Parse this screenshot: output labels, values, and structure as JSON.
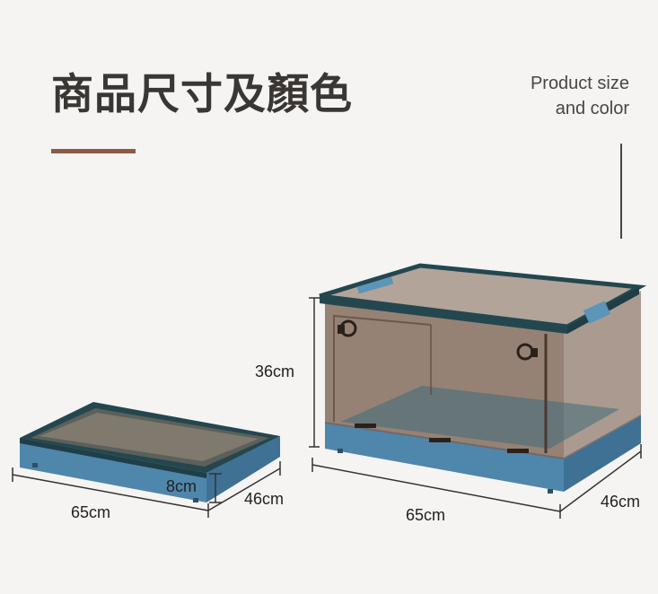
{
  "header": {
    "title": "商品尺寸及顏色",
    "subtitle_line1": "Product size",
    "subtitle_line2": "and color"
  },
  "folded_box": {
    "length": "65cm",
    "width": "46cm",
    "height": "8cm"
  },
  "open_box": {
    "height": "36cm",
    "length": "65cm",
    "width": "46cm"
  },
  "colors": {
    "accent_rule": "#8e5a46",
    "frame_blue": "#2f6a86",
    "frame_dark": "#24474f",
    "base_blue": "#4f86ab",
    "clear_tint": "#8a7466"
  }
}
